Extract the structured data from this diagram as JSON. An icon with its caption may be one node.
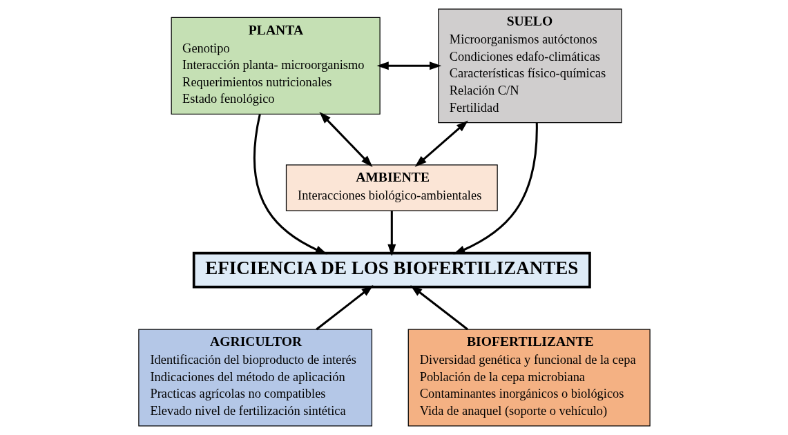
{
  "diagram": {
    "nodes": [
      {
        "text": [
          "PLANTA",
          "Genotipo",
          "Interacción planta- microorganismo",
          "Requerimientos nutricionales",
          "Estado fenológico"
        ]
      },
      {
        "text": [
          "AMBIENTE",
          "Interacciones biológico-ambientales"
        ]
      },
      {
        "text": [
          "SUELO",
          "Microorganismos autóctonos",
          "Condiciones edafo-climáticas",
          "Características físico-químicas",
          "Relación C/N",
          "Fertilidad"
        ]
      },
      {
        "text": [
          "EFICIENCIA DE LOS BIOFERTILIZANTES"
        ]
      },
      {
        "text": [
          "AGRICULTOR",
          "Identificación del bioproducto de interés",
          "Indicaciones del método de aplicación",
          "Practicas agrícolas no compatibles",
          "Elevado nivel de fertilización sintética"
        ]
      },
      {
        "text": [
          "BIOFERTILIZANTE",
          "Diversidad genética y funcional de la cepa",
          "Población de la cepa microbiana",
          "Contaminantes inorgánicos o biológicos",
          "Vida de anaquel (soporte o vehículo)"
        ]
      }
    ],
    "edges": [
      {
        "from": 0,
        "to": 2,
        "arrow": "both"
      },
      {
        "from": 0,
        "to": 1,
        "arrow": "both"
      },
      {
        "from": 2,
        "to": 1,
        "arrow": "both"
      },
      {
        "from": 0,
        "to": 3,
        "arrow": "to"
      },
      {
        "from": 1,
        "to": 3,
        "arrow": "to"
      },
      {
        "from": 2,
        "to": 3,
        "arrow": "to"
      },
      {
        "from": 4,
        "to": 3,
        "arrow": "to"
      },
      {
        "from": 5,
        "to": 3,
        "arrow": "to"
      }
    ]
  }
}
